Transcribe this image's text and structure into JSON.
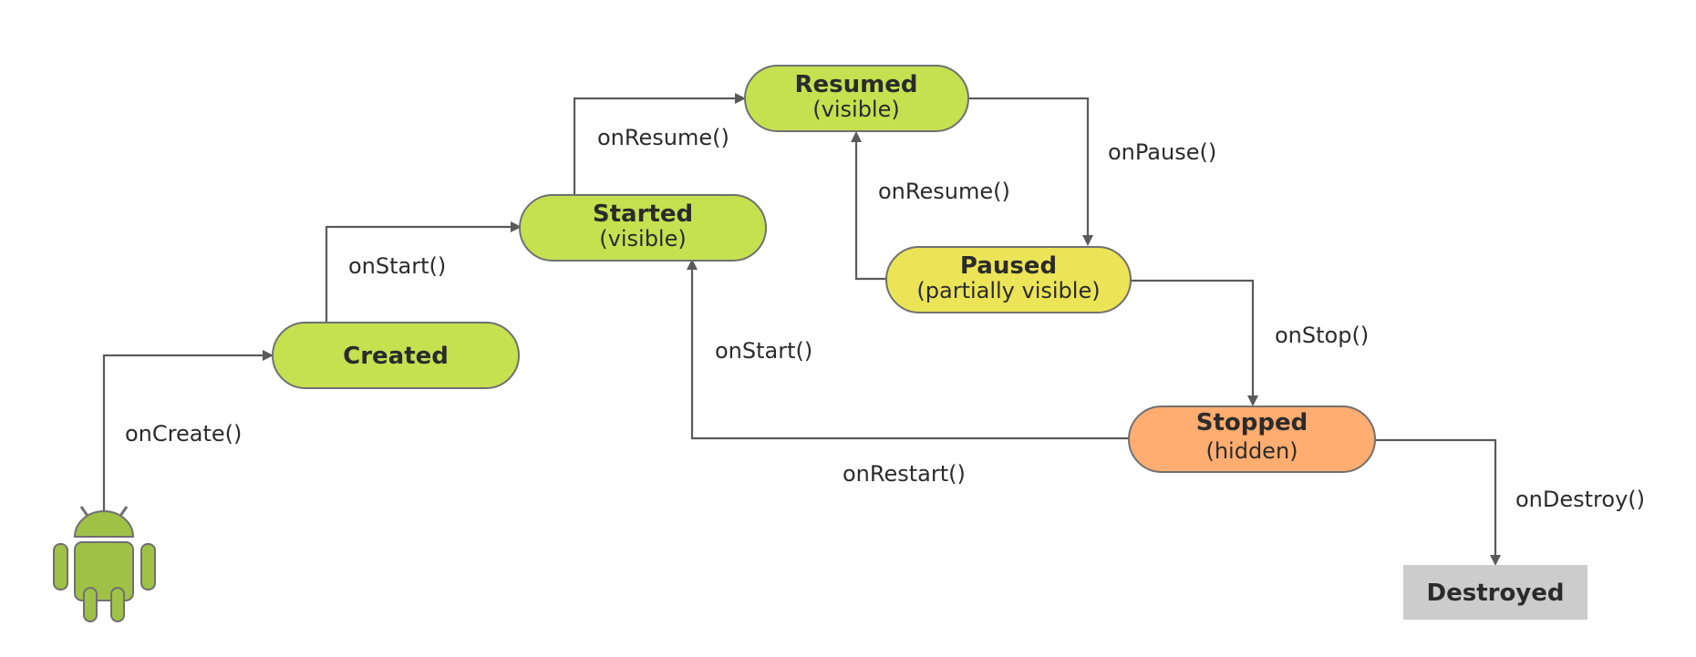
{
  "colors": {
    "green": "#c5e150",
    "yellow": "#ebe457",
    "orange": "#ffad70",
    "gray": "#cccccc",
    "border": "#707070",
    "line": "#5a5a5a",
    "android": "#9fc146"
  },
  "states": {
    "created": {
      "title": "Created"
    },
    "started": {
      "title": "Started",
      "subtitle": "(visible)"
    },
    "resumed": {
      "title": "Resumed",
      "subtitle": "(visible)"
    },
    "paused": {
      "title": "Paused",
      "subtitle": "(partially visible)"
    },
    "stopped": {
      "title": "Stopped",
      "subtitle": "(hidden)"
    },
    "destroyed": {
      "title": "Destroyed"
    }
  },
  "transitions": {
    "on_create": "onCreate()",
    "on_start": "onStart()",
    "on_resume": "onResume()",
    "on_pause": "onPause()",
    "on_resume_back": "onResume()",
    "on_stop": "onStop()",
    "on_restart_start": "onStart()",
    "on_restart": "onRestart()",
    "on_destroy": "onDestroy()"
  },
  "icons": {
    "start": "android-robot-icon"
  }
}
